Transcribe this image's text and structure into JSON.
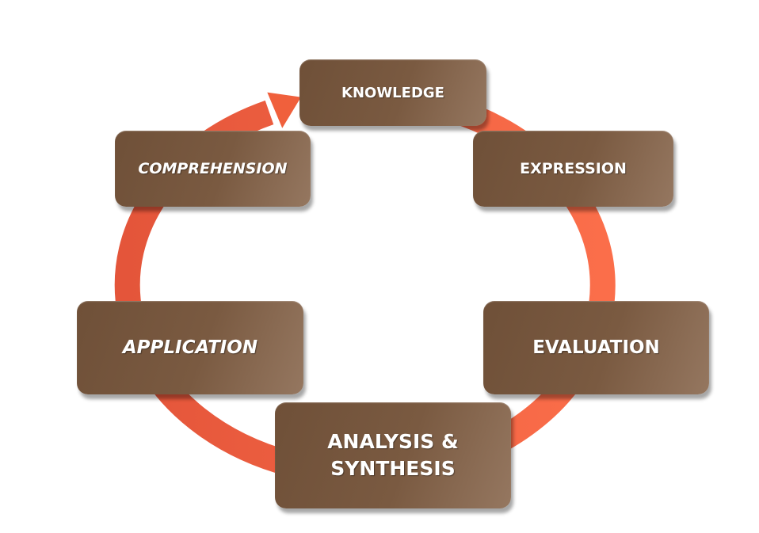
{
  "title": "Learning cycle",
  "stages": {
    "knowledge": "KNOWLEDGE",
    "expression": "EXPRESSION",
    "evaluation": "EVALUATION",
    "analysis_line1": "ANALYSIS &",
    "analysis_line2": "SYNTHESIS",
    "application": "APPLICATION",
    "comprehension": "COMPREHENSION"
  },
  "colors": {
    "ring": "#f0603c",
    "box": "#7a5a41",
    "text": "#ffffff"
  }
}
